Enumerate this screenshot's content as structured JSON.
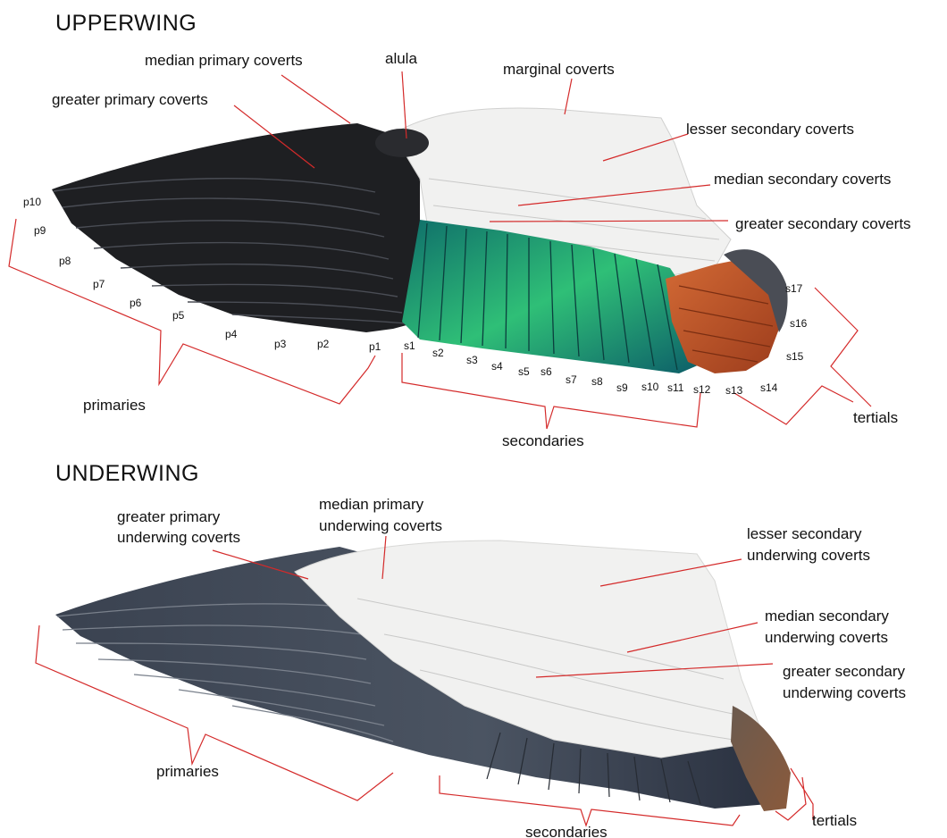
{
  "upperwing": {
    "heading": "UPPERWING",
    "labels": {
      "median_primary_coverts": "median primary coverts",
      "alula": "alula",
      "marginal_coverts": "marginal coverts",
      "greater_primary_coverts": "greater primary coverts",
      "lesser_secondary_coverts": "lesser secondary  coverts",
      "median_secondary_coverts": "median secondary  coverts",
      "greater_secondary_coverts": "greater secondary  coverts",
      "primaries": "primaries",
      "secondaries": "secondaries",
      "tertials": "tertials"
    },
    "primary_numbers": [
      "p10",
      "p9",
      "p8",
      "p7",
      "p6",
      "p5",
      "p4",
      "p3",
      "p2",
      "p1"
    ],
    "secondary_numbers": [
      "s1",
      "s2",
      "s3",
      "s4",
      "s5",
      "s6",
      "s7",
      "s8",
      "s9",
      "s10",
      "s11",
      "s12"
    ],
    "tertial_numbers": [
      "s13",
      "s14",
      "s15",
      "s16",
      "s17"
    ]
  },
  "underwing": {
    "heading": "UNDERWING",
    "labels": {
      "greater_primary_underwing_coverts": [
        "greater primary",
        "underwing coverts"
      ],
      "median_primary_underwing_coverts": [
        "median primary",
        "underwing coverts"
      ],
      "lesser_secondary_underwing_coverts": [
        "lesser secondary",
        "underwing coverts"
      ],
      "median_secondary_underwing_coverts": [
        "median secondary",
        "underwing coverts"
      ],
      "greater_secondary_underwing_coverts": [
        "greater secondary",
        "underwing coverts"
      ],
      "primaries": "primaries",
      "secondaries": "secondaries",
      "tertials": "tertials"
    }
  },
  "colors": {
    "leader_line": "#d42a2a",
    "upper_primaries": "#1e1f22",
    "speculum": "#1fa37c",
    "tertials": "#c2582a",
    "coverts": "#f1f1f0",
    "under_primaries": "#3f4650"
  }
}
